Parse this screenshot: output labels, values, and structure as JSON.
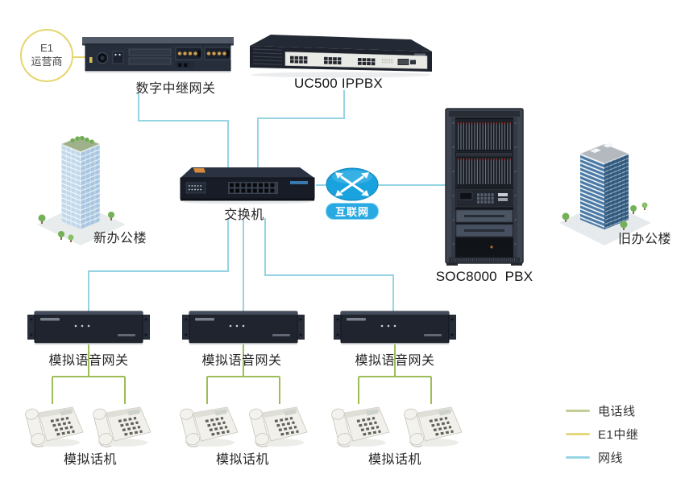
{
  "colors": {
    "network_line": "#96d4e4",
    "e1_line": "#e5d66e",
    "phone_line": "#9dbd58",
    "internet_blue": "#18a3de",
    "internet_badge": "#29a9e2"
  },
  "nodes": {
    "e1_provider": {
      "line1": "E1",
      "line2": "运营商"
    },
    "digital_trunk_gateway": {
      "label": "数字中继网关"
    },
    "uc500": {
      "label": "UC500 IPPBX"
    },
    "switch": {
      "label": "交换机"
    },
    "internet": {
      "label": "互联网"
    },
    "soc8000": {
      "label": "SOC8000  PBX"
    },
    "new_building": {
      "label": "新办公楼"
    },
    "old_building": {
      "label": "旧办公楼"
    },
    "analog_gateways": [
      {
        "label": "模拟语音网关"
      },
      {
        "label": "模拟语音网关"
      },
      {
        "label": "模拟语音网关"
      }
    ],
    "analog_phones": [
      {
        "label": "模拟话机"
      },
      {
        "label": "模拟话机"
      },
      {
        "label": "模拟话机"
      }
    ]
  },
  "legend": {
    "items": [
      {
        "label": "电话线",
        "color": "#c2cf96"
      },
      {
        "label": "E1中继",
        "color": "#e7d87f"
      },
      {
        "label": "网线",
        "color": "#96d4e4"
      }
    ]
  }
}
